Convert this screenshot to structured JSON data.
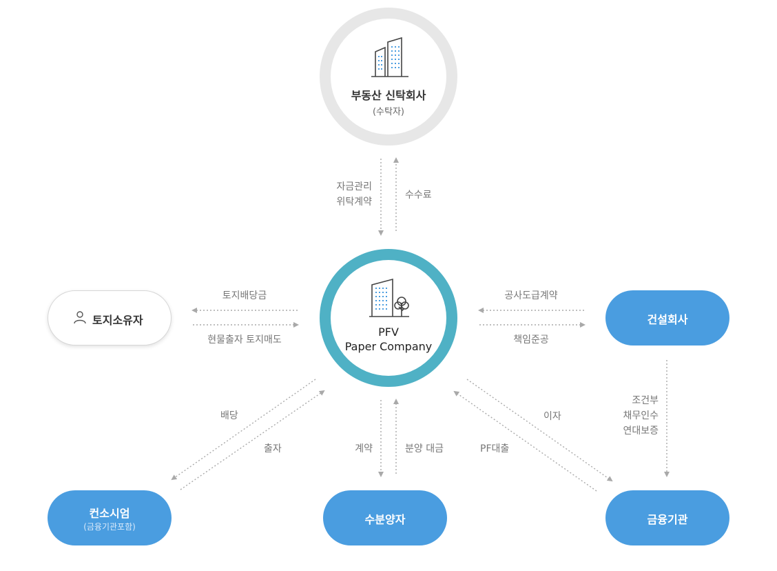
{
  "nodes": {
    "trust": {
      "title": "부동산 신탁회사",
      "sub": "(수탁자)"
    },
    "pfv": {
      "line1": "PFV",
      "line2": "Paper Company"
    },
    "owner": {
      "title": "토지소유자"
    },
    "construction": {
      "title": "건설회사"
    },
    "consortium": {
      "title": "컨소시엄",
      "sub": "(금융기관포함)"
    },
    "buyer": {
      "title": "수분양자"
    },
    "finance": {
      "title": "금융기관"
    }
  },
  "edges": {
    "trust_down": {
      "line1": "자금관리",
      "line2": "위탁계약"
    },
    "trust_up": "수수료",
    "owner_top": "토지배당금",
    "owner_bottom": "현물출자 토지매도",
    "cons_top": "공사도급계약",
    "cons_bottom": "책임준공",
    "guarantee": {
      "line1": "조건부",
      "line2": "채무인수",
      "line3": "연대보증"
    },
    "dividend": "배당",
    "invest": "출자",
    "contract": "계약",
    "payment": "분양 대금",
    "loan": "PF대출",
    "interest": "이자"
  },
  "colors": {
    "pfv_ring": "#4fb1c5",
    "trust_ring": "#e7e7e7",
    "pill": "#4a9de0",
    "arrow": "#a9a9a9",
    "icon_accent": "#4a9de0",
    "icon_line": "#444444"
  },
  "icons": {
    "trust": "buildings-icon",
    "pfv": "building-tree-icon",
    "owner": "person-icon"
  }
}
